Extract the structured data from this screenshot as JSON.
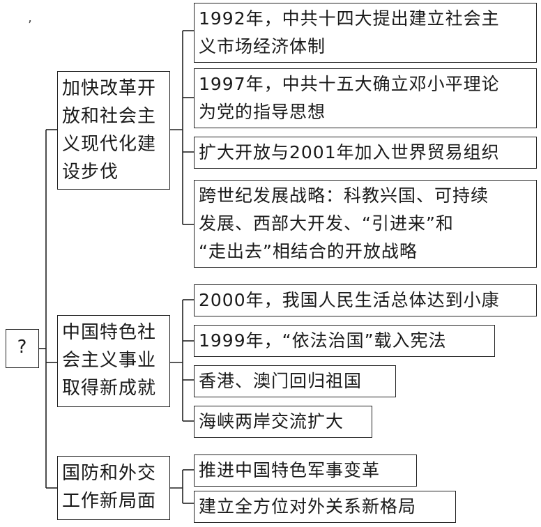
{
  "root": {
    "label": "?"
  },
  "marker": "’",
  "branches": [
    {
      "label_lines": [
        "加快改革开",
        "放和社会主",
        "义现代化建",
        "设步伐"
      ],
      "leaves": [
        {
          "lines": [
            "1992年，中共十四大提出建立社会主",
            "义市场经济体制"
          ]
        },
        {
          "lines": [
            "1997年，中共十五大确立邓小平理论",
            "为党的指导思想"
          ]
        },
        {
          "lines": [
            "扩大开放与2001年加入世界贸易组织"
          ]
        },
        {
          "lines": [
            "跨世纪发展战略：科教兴国、可持续",
            "发展、西部大开发、“引进来”和",
            "“走出去”相结合的开放战略"
          ]
        }
      ]
    },
    {
      "label_lines": [
        "中国特色社",
        "会主义事业",
        "取得新成就"
      ],
      "leaves": [
        {
          "lines": [
            "2000年，我国人民生活总体达到小康"
          ]
        },
        {
          "lines": [
            "1999年，“依法治国”载入宪法"
          ]
        },
        {
          "lines": [
            "香港、澳门回归祖国"
          ]
        },
        {
          "lines": [
            "海峡两岸交流扩大"
          ]
        }
      ]
    },
    {
      "label_lines": [
        "国防和外交",
        "工作新局面"
      ],
      "leaves": [
        {
          "lines": [
            "推进中国特色军事变革"
          ]
        },
        {
          "lines": [
            "建立全方位对外关系新格局"
          ]
        }
      ]
    }
  ]
}
